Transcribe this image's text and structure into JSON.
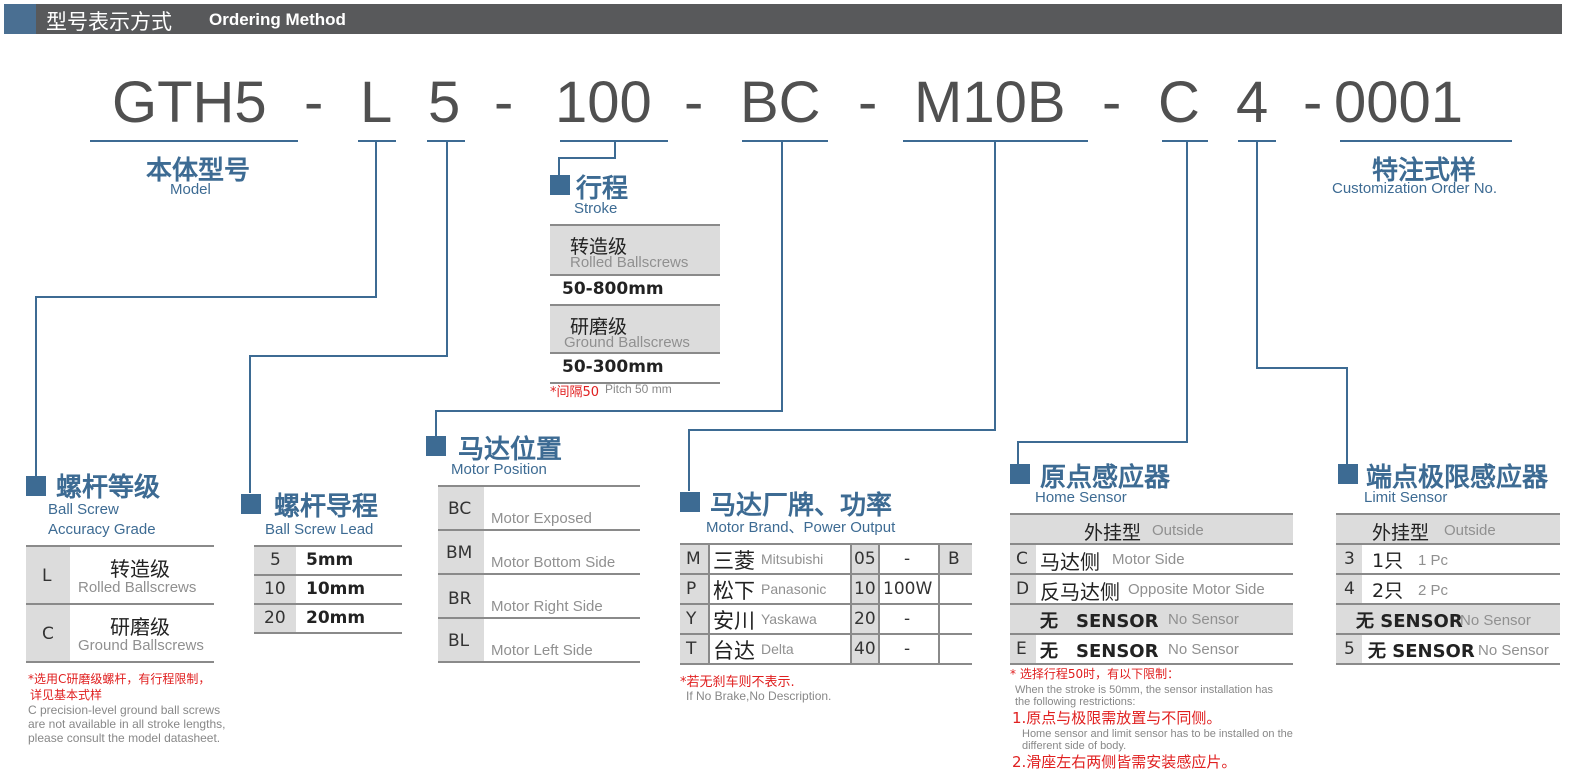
{
  "header": {
    "title_zh": "型号表示方式",
    "title_en": "Ordering Method"
  },
  "code": {
    "gth5": "GTH5",
    "l": "L",
    "five": "5",
    "hundred": "100",
    "bc": "BC",
    "m10b": "M10B",
    "c": "C",
    "four": "4",
    "num": "0001",
    "dash": "-"
  },
  "model": {
    "zh": "本体型号",
    "en": "Model"
  },
  "custom": {
    "zh": "特注式样",
    "en": "Customization Order No."
  },
  "stroke": {
    "zh": "行程",
    "en": "Stroke",
    "rows": [
      {
        "zh": "转造级",
        "en": "Rolled Ballscrews",
        "range": "50-800mm"
      },
      {
        "zh": "研磨级",
        "en": "Ground Ballscrews",
        "range": "50-300mm"
      }
    ],
    "note_zh": "*间隔50",
    "note_en": "Pitch 50 mm"
  },
  "grade": {
    "zh": "螺杆等级",
    "en1": "Ball Screw",
    "en2": "Accuracy Grade",
    "rows": [
      {
        "code": "L",
        "zh": "转造级",
        "en": "Rolled Ballscrews"
      },
      {
        "code": "C",
        "zh": "研磨级",
        "en": "Ground Ballscrews"
      }
    ],
    "note_zh1": "*选用C研磨级螺杆，有行程限制，",
    "note_zh2": "详见基本式样",
    "note_en1": "C precision-level ground ball screws",
    "note_en2": "are not available in all stroke lengths,",
    "note_en3": "please consult the model datasheet."
  },
  "lead": {
    "zh": "螺杆导程",
    "en": "Ball Screw Lead",
    "rows": [
      {
        "code": "5",
        "val": "5mm"
      },
      {
        "code": "10",
        "val": "10mm"
      },
      {
        "code": "20",
        "val": "20mm"
      }
    ]
  },
  "motorpos": {
    "zh": "马达位置",
    "en": "Motor Position",
    "rows": [
      {
        "code": "BC",
        "desc": "Motor Exposed"
      },
      {
        "code": "BM",
        "desc": "Motor Bottom Side"
      },
      {
        "code": "BR",
        "desc": "Motor Right Side"
      },
      {
        "code": "BL",
        "desc": "Motor Left Side"
      }
    ]
  },
  "brand": {
    "zh": "马达厂牌、功率",
    "en": "Motor Brand、Power Output",
    "rows": [
      {
        "code": "M",
        "zh": "三菱",
        "en": "Mitsubishi",
        "num": "05",
        "power": "-",
        "b": "B"
      },
      {
        "code": "P",
        "zh": "松下",
        "en": "Panasonic",
        "num": "10",
        "power": "100W",
        "b": ""
      },
      {
        "code": "Y",
        "zh": "安川",
        "en": "Yaskawa",
        "num": "20",
        "power": "-",
        "b": ""
      },
      {
        "code": "T",
        "zh": "台达",
        "en": "Delta",
        "num": "40",
        "power": "-",
        "b": ""
      }
    ],
    "note_zh": "*若无刹车则不表示.",
    "note_en": "If No Brake,No Description."
  },
  "home": {
    "zh": "原点感应器",
    "en": "Home Sensor",
    "head_zh": "外挂型",
    "head_en": "Outside",
    "rows": [
      {
        "code": "C",
        "zh": "马达侧",
        "en": "Motor Side"
      },
      {
        "code": "D",
        "zh": "反马达侧",
        "en": "Opposite Motor Side"
      },
      {
        "code": "",
        "zh": "无　SENSOR",
        "en": "No Sensor"
      },
      {
        "code": "E",
        "zh": "无　SENSOR",
        "en": "No Sensor"
      }
    ],
    "note1": "* 选择行程50时，有以下限制：",
    "note2": "When the stroke is 50mm, the sensor installation has",
    "note3": "the following restrictions:",
    "note4": "1.原点与极限需放置与不同侧。",
    "note5": "Home sensor and limit sensor has to be installed on the",
    "note6": "different side of body.",
    "note7": "2.滑座左右两侧皆需安装感应片。"
  },
  "limit": {
    "zh": "端点极限感应器",
    "en": "Limit Sensor",
    "head_zh": "外挂型",
    "head_en": "Outside",
    "rows": [
      {
        "code": "3",
        "zh": "1只",
        "en": "1 Pc"
      },
      {
        "code": "4",
        "zh": "2只",
        "en": "2 Pc"
      },
      {
        "code": "",
        "zh": "无 SENSOR",
        "en": "No Sensor"
      },
      {
        "code": "5",
        "zh": "无 SENSOR",
        "en": "No Sensor"
      }
    ]
  }
}
